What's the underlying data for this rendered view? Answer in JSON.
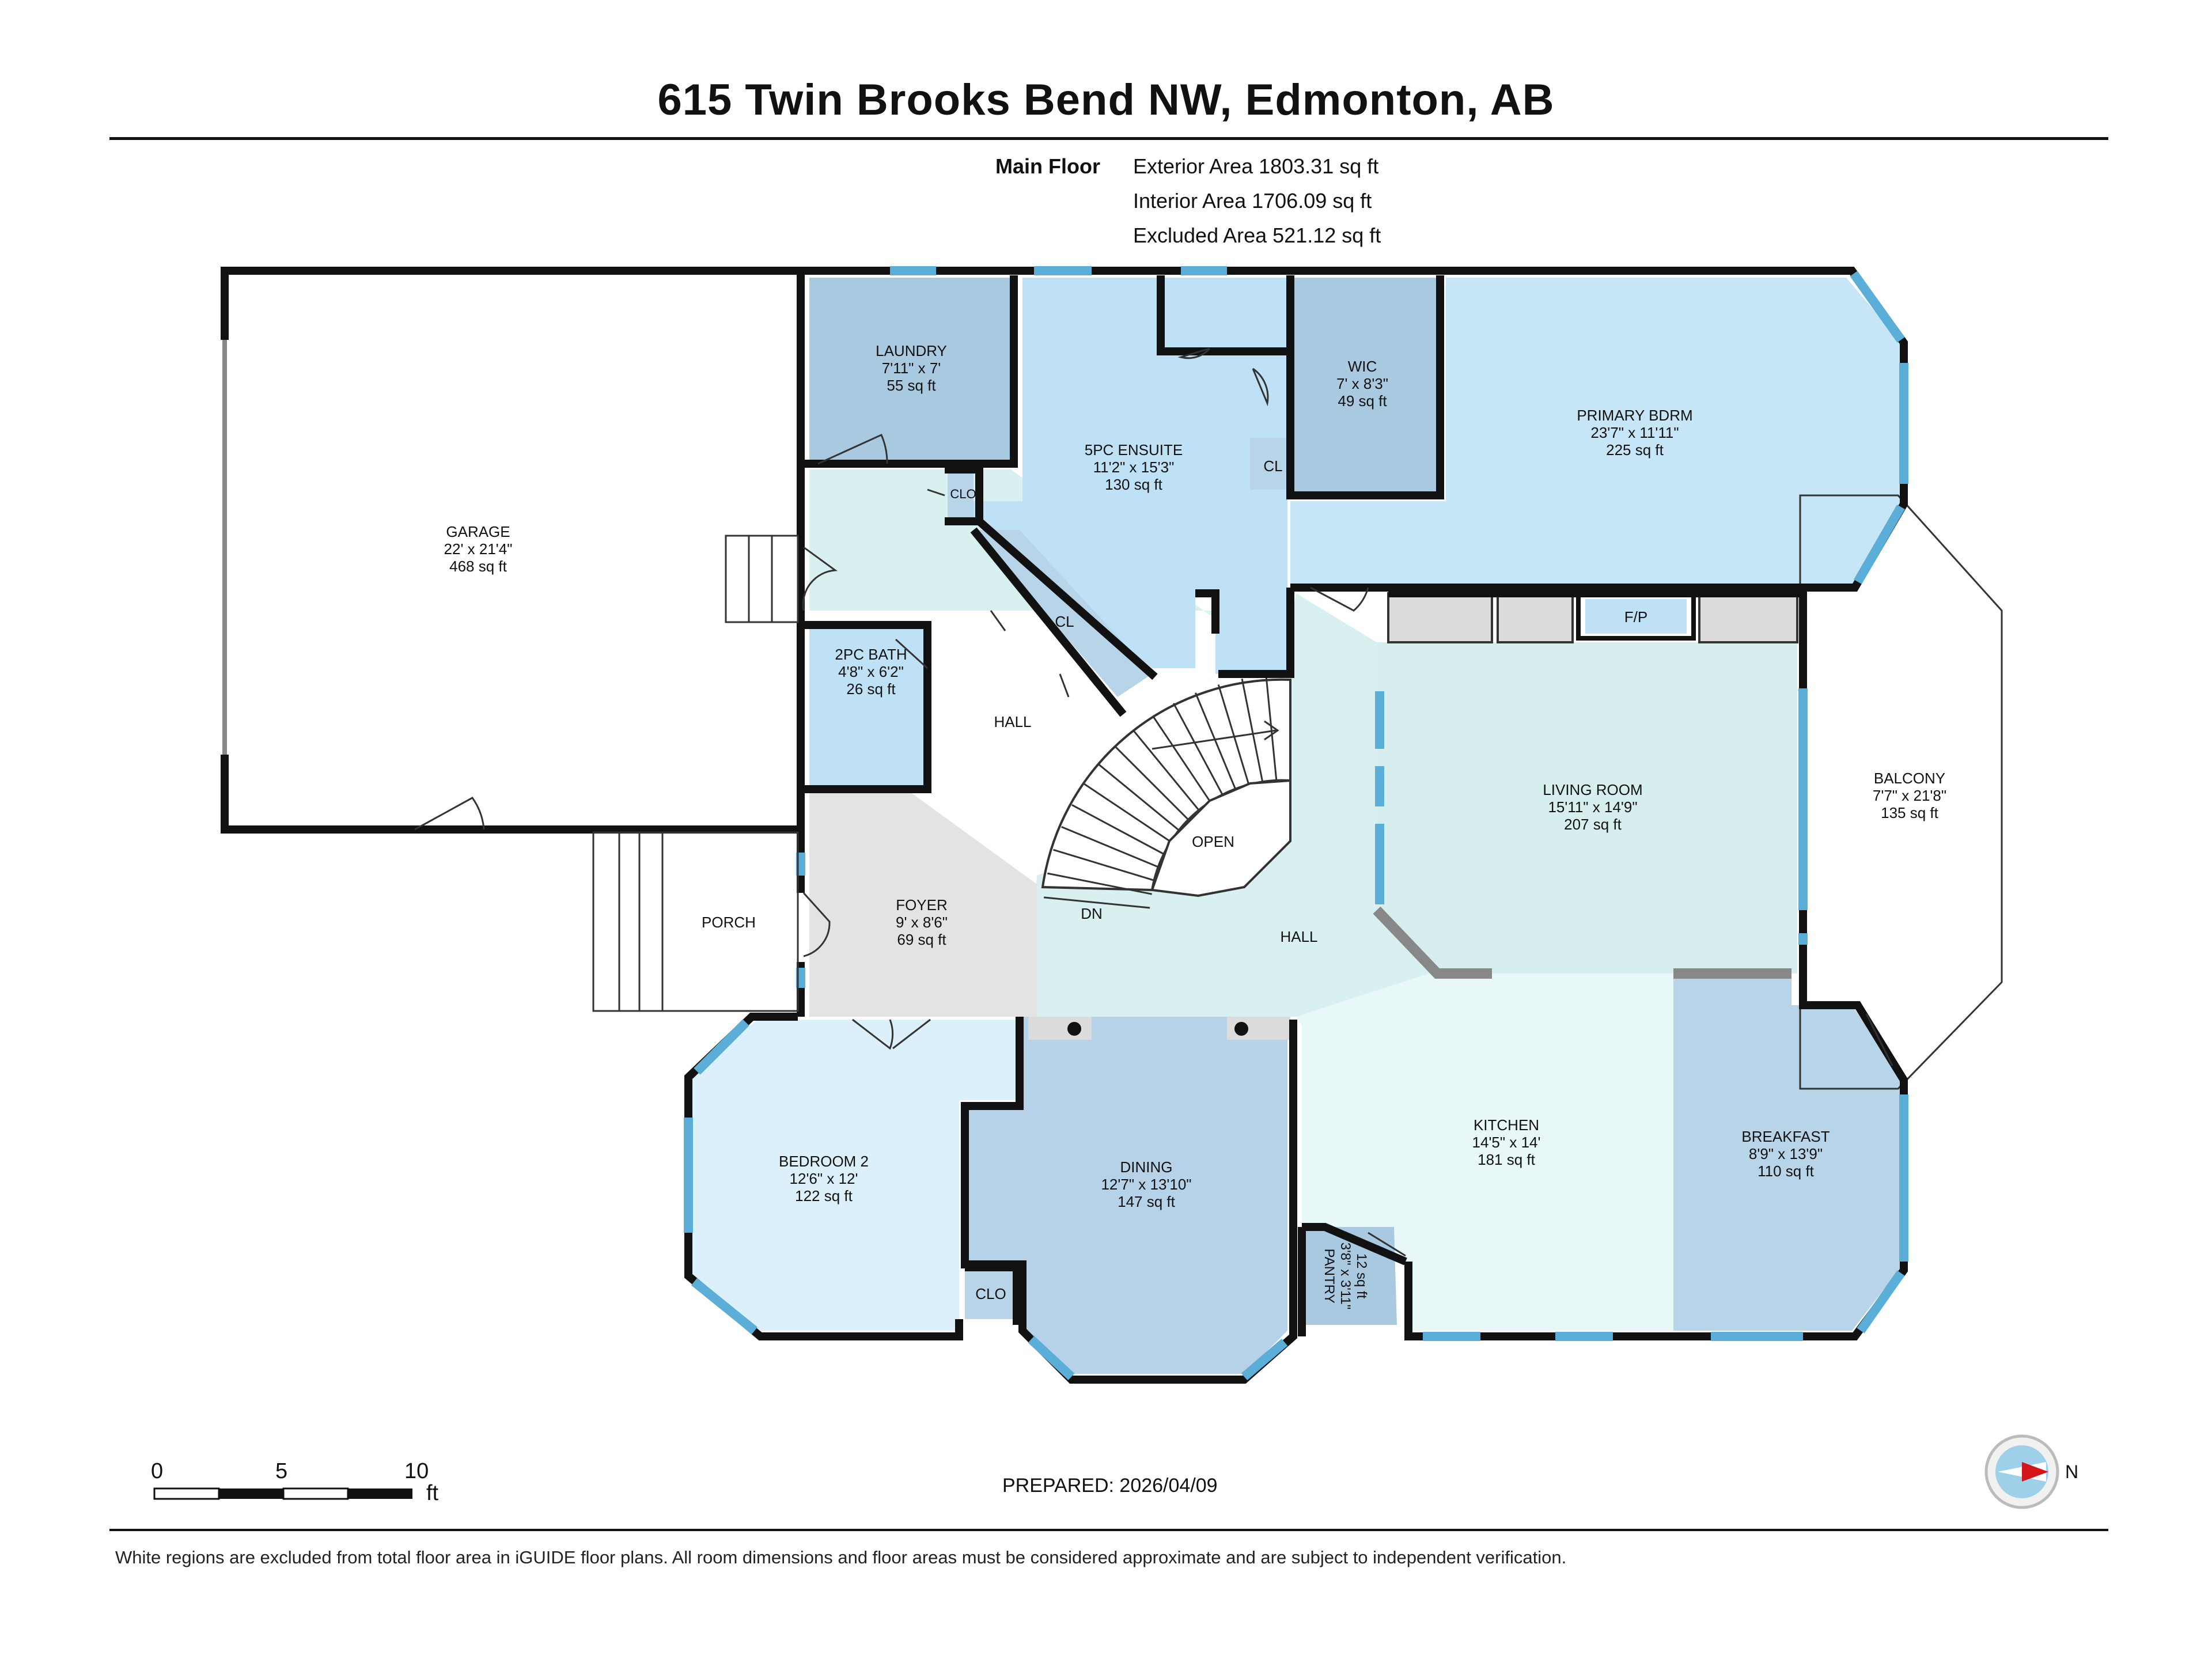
{
  "header": {
    "title": "615 Twin Brooks Bend NW, Edmonton, AB",
    "floor_label": "Main Floor",
    "areas": [
      "Exterior Area 1803.31 sq ft",
      "Interior Area 1706.09 sq ft",
      "Excluded Area 521.12 sq ft"
    ]
  },
  "colors": {
    "wall": "#111111",
    "window": "#5aaed8",
    "laundry": "#a9c9e1",
    "ensuite": "#bfe1f6",
    "wic": "#a9c9e1",
    "primary": "#c6e5f6",
    "hall": "#d9f0f0",
    "bath": "#bfe1f6",
    "foyer": "#e3e3e3",
    "living": "#d6efee",
    "kitchen": "#e8f7f7",
    "breakfast": "#b8d4e8",
    "dining": "#b5d2e8",
    "bedroom": "#dcf0fb",
    "pantry": "#a9c9e1",
    "closet": "#b8d4e8",
    "cabinet": "#dcdcdc"
  },
  "rooms": {
    "garage": {
      "name": "GARAGE",
      "dims": "22' x 21'4\"",
      "area": "468 sq ft"
    },
    "laundry": {
      "name": "LAUNDRY",
      "dims": "7'11\" x 7'",
      "area": "55 sq ft"
    },
    "ensuite": {
      "name": "5PC ENSUITE",
      "dims": "11'2\" x 15'3\"",
      "area": "130 sq ft"
    },
    "wic": {
      "name": "WIC",
      "dims": "7' x 8'3\"",
      "area": "49 sq ft"
    },
    "primary": {
      "name": "PRIMARY BDRM",
      "dims": "23'7\" x 11'11\"",
      "area": "225 sq ft"
    },
    "bath": {
      "name": "2PC BATH",
      "dims": "4'8\" x 6'2\"",
      "area": "26 sq ft"
    },
    "balcony": {
      "name": "BALCONY",
      "dims": "7'7\" x 21'8\"",
      "area": "135 sq ft"
    },
    "living": {
      "name": "LIVING ROOM",
      "dims": "15'11\" x 14'9\"",
      "area": "207 sq ft"
    },
    "foyer": {
      "name": "FOYER",
      "dims": "9' x 8'6\"",
      "area": "69 sq ft"
    },
    "kitchen": {
      "name": "KITCHEN",
      "dims": "14'5\" x 14'",
      "area": "181 sq ft"
    },
    "breakfast": {
      "name": "BREAKFAST",
      "dims": "8'9\" x 13'9\"",
      "area": "110 sq ft"
    },
    "bedroom2": {
      "name": "BEDROOM 2",
      "dims": "12'6\" x 12'",
      "area": "122 sq ft"
    },
    "dining": {
      "name": "DINING",
      "dims": "12'7\" x 13'10\"",
      "area": "147 sq ft"
    },
    "pantry": {
      "name": "PANTRY",
      "dims": "3'8\" x 3'11\"",
      "area": "12 sq ft"
    }
  },
  "labels": {
    "clo": "CLO",
    "cl": "CL",
    "hall": "HALL",
    "open": "OPEN",
    "dn": "DN",
    "porch": "PORCH",
    "fp": "F/P"
  },
  "scale": {
    "t0": "0",
    "t5": "5",
    "t10": "10",
    "unit": "ft"
  },
  "compass": {
    "label": "N"
  },
  "prepared": "PREPARED: 2026/04/09",
  "disclaimer": "White regions are excluded from total floor area in iGUIDE floor plans. All room dimensions and floor areas must be considered approximate and are subject to independent verification."
}
